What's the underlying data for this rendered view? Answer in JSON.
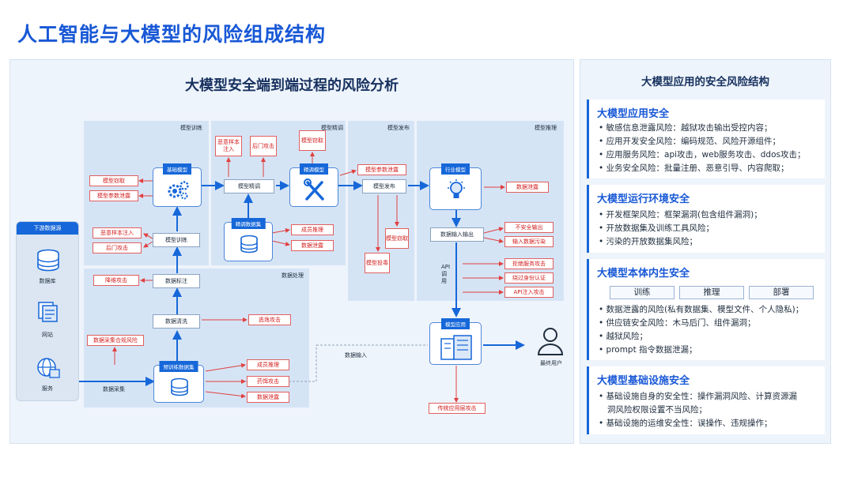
{
  "page_title": "人工智能与大模型的风险组成结构",
  "left": {
    "title": "大模型安全端到端过程的风险分析",
    "zones": {
      "train": "模型训练",
      "finetune": "模型精调",
      "release": "模型发布",
      "infer": "模型推理",
      "data": "数据处理"
    },
    "sources": {
      "header": "下游数据源",
      "database": "数据库",
      "website": "网站",
      "service": "服务"
    },
    "nodes": {
      "base_model": "基础模型",
      "model_train": "模型训练",
      "data_label": "数据标注",
      "data_clean": "数据清洗",
      "pretrain_data": "预训练数据集",
      "model_finetune": "模型精调",
      "finetune_data": "精调数据集",
      "finetuned_model": "精调模型",
      "model_release": "模型发布",
      "industry_model": "行业模型",
      "data_io": "数据输入输出",
      "model_app": "模型应用",
      "end_user": "最终用户"
    },
    "risks": {
      "model_theft_1": "模型窃取",
      "param_leak_1": "模型参数泄露",
      "sample_inject_1": "恶意样本注入",
      "backdoor_1": "后门攻击",
      "sample_inject_2": "恶意样本注入",
      "backdoor_2": "后门攻击",
      "model_theft_2": "模型窃取",
      "member_infer_1": "成员推理",
      "data_leak_1": "数据泄露",
      "param_leak_2": "模型参数泄露",
      "model_theft_3": "模型窃取",
      "model_poison": "模型投毒",
      "data_leak_2": "数据泄露",
      "unsafe_output": "不安全输出",
      "input_poison": "输入数据污染",
      "ddos": "拒绝服务攻击",
      "auth_bypass": "绕过身份认证",
      "api_inject": "API注入攻击",
      "dimension": "降维攻击",
      "evasion": "逃逸攻击",
      "collect_compliance": "数据采集合规风险",
      "member_infer_2": "成员推理",
      "drug_attack": "药饵攻击",
      "data_leak_3": "数据泄露",
      "traditional_app": "传统应用层攻击"
    },
    "labels": {
      "data_collect": "数据采集",
      "data_input": "数据输入",
      "api_call": "API调用"
    }
  },
  "right": {
    "title": "大模型应用的安全风险结构",
    "sections": [
      {
        "title": "大模型应用安全",
        "lines": [
          "• 敏感信息泄露风险：越狱攻击输出受控内容；",
          "• 应用开发安全风险：编码规范、风险开源组件；",
          "• 应用服务风险：api攻击，web服务攻击、ddos攻击；",
          "• 业务安全风险：批量注册、恶意引导、内容爬取；"
        ]
      },
      {
        "title": "大模型运行环境安全",
        "lines": [
          "• 开发框架风险：框架漏洞(包含组件漏洞)；",
          "• 开放数据集及训练工具风险；",
          "• 污染的开放数据集风险；"
        ]
      },
      {
        "title": "大模型本体内生安全",
        "tags": [
          "训练",
          "推理",
          "部署"
        ],
        "lines": [
          "• 数据泄露的风险(私有数据集、模型文件、个人隐私)；",
          "• 供应链安全风险：木马后门、组件漏洞；",
          "• 越狱风险；",
          "• prompt 指令数据泄漏；"
        ]
      },
      {
        "title": "大模型基础设施安全",
        "lines": [
          "• 基础设施自身的安全性：操作漏洞风险、计算资源漏",
          "洞风险权限设置不当风险；",
          "• 基础设施的运维安全性：误操作、违规操作；"
        ]
      }
    ]
  },
  "colors": {
    "accent": "#1858d6",
    "node_blue": "#1667d9",
    "risk_red": "#d32020",
    "panel_bg": "#eef4fb",
    "zone_bg": "#d5e4f5"
  }
}
